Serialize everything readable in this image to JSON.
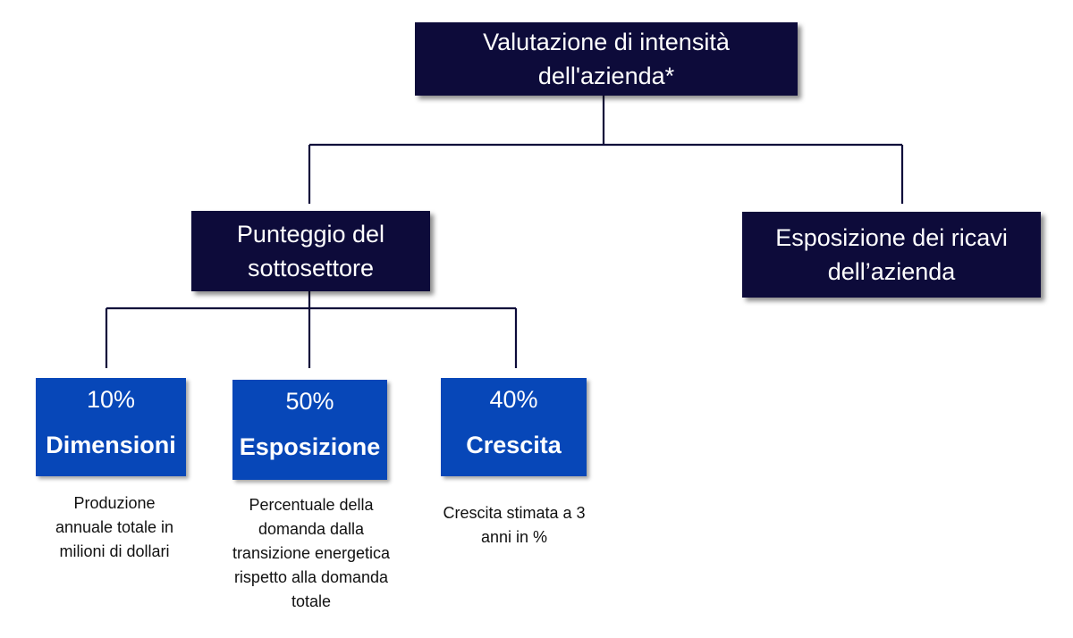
{
  "root": {
    "label": "Valutazione di intensità dell'azienda*"
  },
  "level2": [
    {
      "label": "Punteggio del sottosettore"
    },
    {
      "label": "Esposizione dei ricavi dell’azienda"
    }
  ],
  "components": [
    {
      "percent": "10%",
      "label": "Dimensioni",
      "description": "Produzione annuale totale in milioni di dollari"
    },
    {
      "percent": "50%",
      "label": "Esposizione",
      "description": "Percentuale della domanda dalla transizione energetica rispetto alla domanda totale"
    },
    {
      "percent": "40%",
      "label": "Crescita",
      "description": "Crescita stimata a 3 anni in %"
    }
  ],
  "colors": {
    "dark_box": "#0d0b3a",
    "blue_box": "#0747b8",
    "connector": "#0d0b3a"
  }
}
